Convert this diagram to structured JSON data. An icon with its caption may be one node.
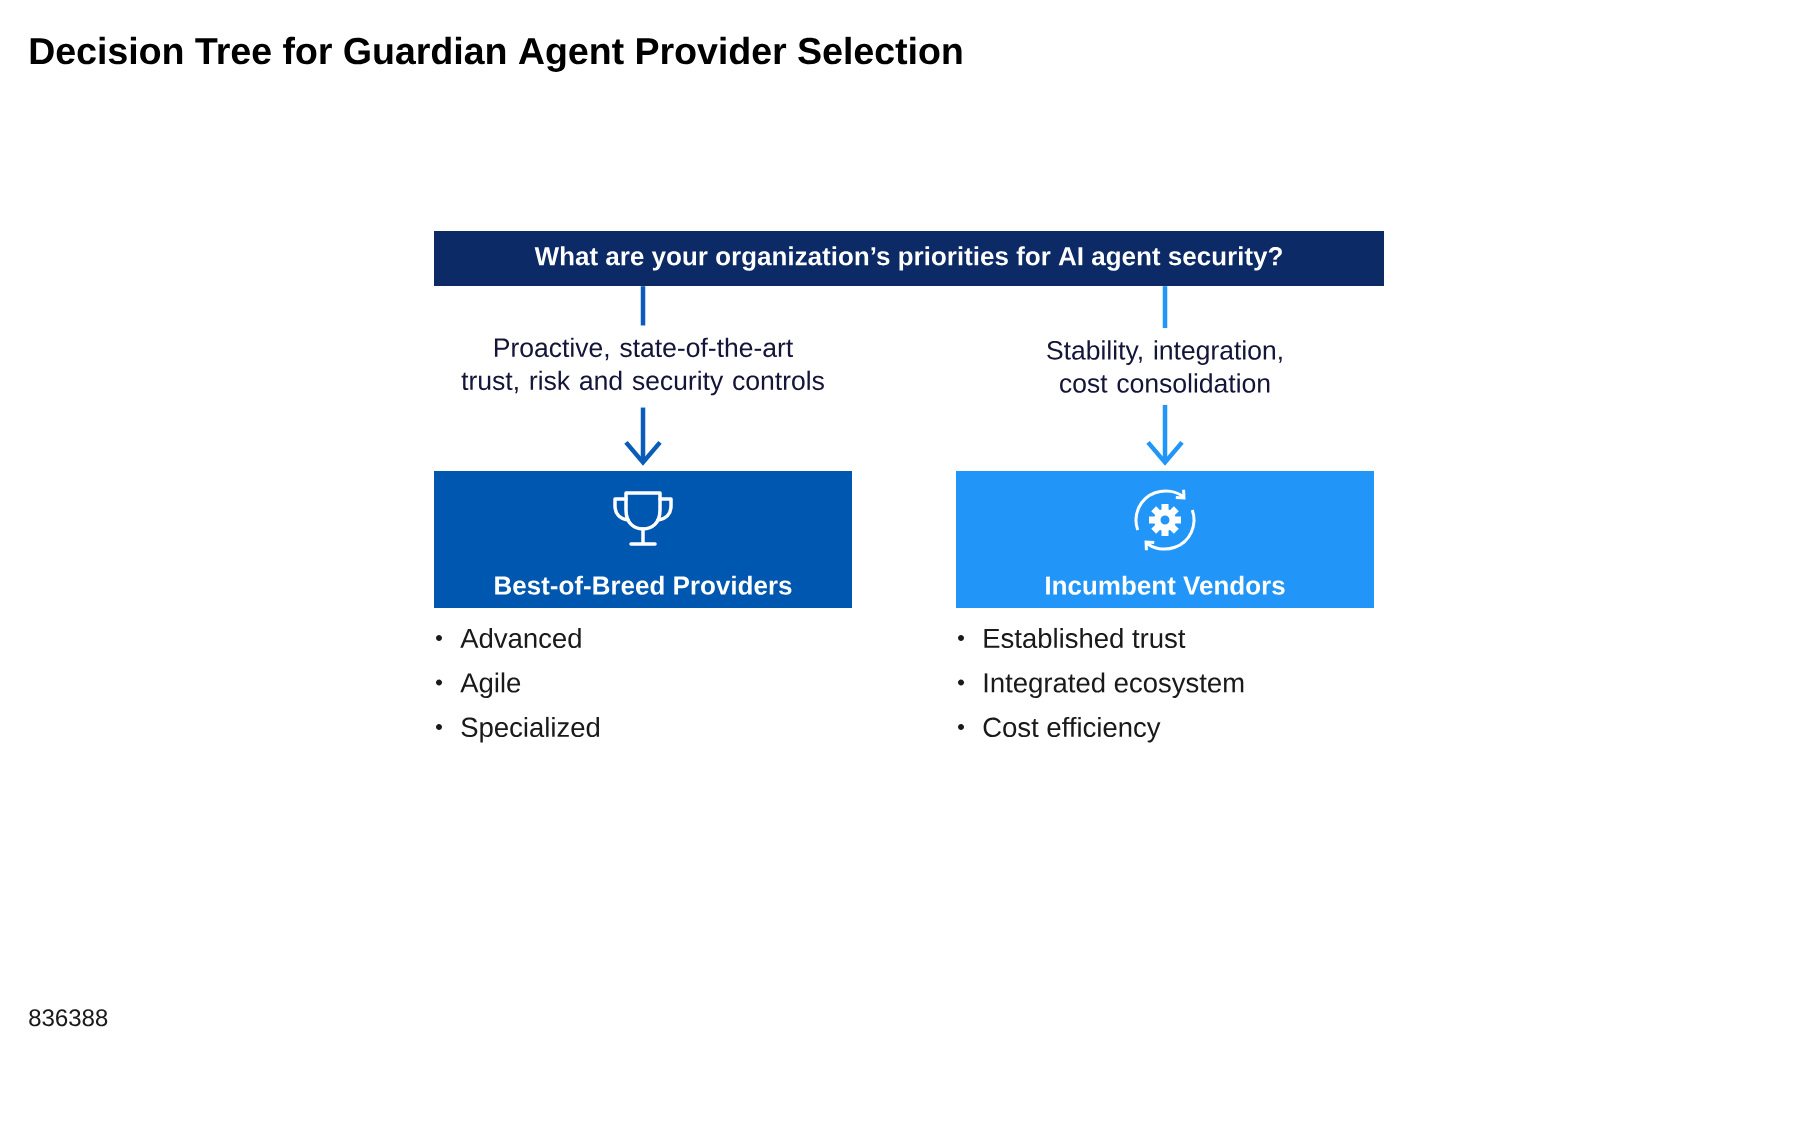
{
  "diagram": {
    "title": "Decision Tree for Guardian Agent Provider Selection",
    "nodes": [
      {
        "text": [
          "What are your organization’s priorities for AI agent security?"
        ]
      },
      {
        "text": [
          "Proactive, state-of-the-art trust, risk and security controls"
        ]
      },
      {
        "text": [
          "Stability, integration, cost consolidation"
        ]
      },
      {
        "text": [
          "Best-of-Breed Providers"
        ],
        "beside": [
          "Advanced",
          "Agile",
          "Specialized"
        ]
      },
      {
        "text": [
          "Incumbent Vendors"
        ],
        "beside": [
          "Established trust",
          "Integrated ecosystem",
          "Cost efficiency"
        ]
      }
    ],
    "edges": [
      {
        "from": 0,
        "to": 1,
        "arrow": "none",
        "color": "#0a5cb8"
      },
      {
        "from": 1,
        "to": 3,
        "arrow": "to",
        "color": "#0a5cb8"
      },
      {
        "from": 0,
        "to": 2,
        "arrow": "none",
        "color": "#2196f8"
      },
      {
        "from": 2,
        "to": 4,
        "arrow": "to",
        "color": "#2196f8"
      }
    ],
    "labels": [
      "836388"
    ]
  }
}
